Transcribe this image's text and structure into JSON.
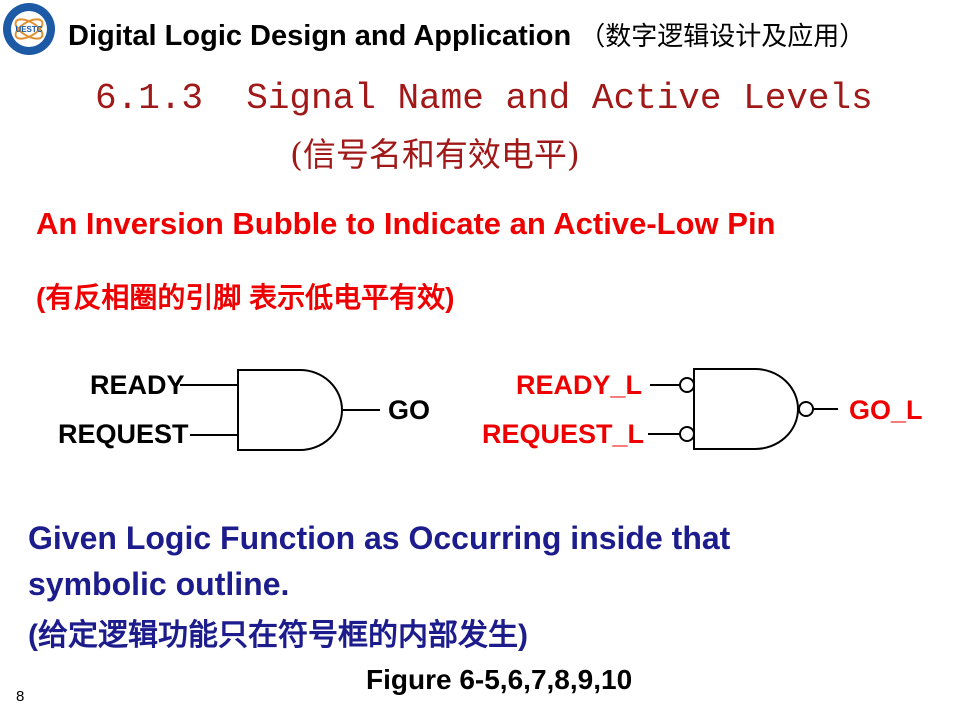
{
  "header": {
    "title": "Digital Logic Design and Application",
    "title_cn": "（数字逻辑设计及应用）",
    "logo_text": "UESTC 1956"
  },
  "section": {
    "title": "6.1.3  Signal Name and Active Levels",
    "subtitle": "(信号名和有效电平)"
  },
  "heading": {
    "en": "An Inversion Bubble to Indicate an Active-Low Pin",
    "cn": "(有反相圈的引脚 表示低电平有效)"
  },
  "gate_active_high": {
    "inputs": [
      "READY",
      "REQUEST"
    ],
    "output": "GO"
  },
  "gate_active_low": {
    "inputs": [
      "READY_L",
      "REQUEST_L"
    ],
    "output": "GO_L"
  },
  "note": {
    "line1": "Given Logic Function as Occurring inside that",
    "line2": "symbolic outline.",
    "line3": "(给定逻辑功能只在符号框的内部发生)"
  },
  "figure_ref": "Figure 6-5,6,7,8,9,10",
  "page_number": "8",
  "colors": {
    "red": "#ee0000",
    "blue": "#1c1c8c",
    "section": "#a01818"
  }
}
